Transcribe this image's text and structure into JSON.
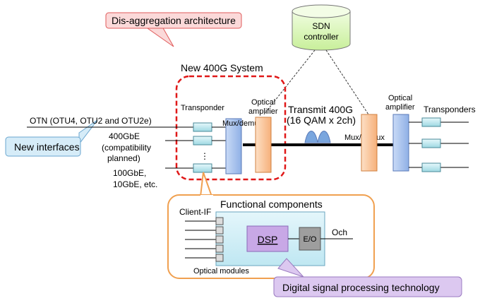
{
  "callouts": {
    "disaggregation": "Dis-aggregation architecture",
    "new_interfaces": "New interfaces",
    "dsp_technology": "Digital signal processing technology"
  },
  "sdn": {
    "line1": "SDN",
    "line2": "controller"
  },
  "system_title": "New 400G System",
  "labels": {
    "transponder": "Transponder",
    "optical_amp_1": "Optical",
    "optical_amp_2": "amplifier",
    "mux_demux": "Mux/demux",
    "transmit_1": "Transmit 400G",
    "transmit_2": "(16 QAM x 2ch)",
    "transponders": "Transponders",
    "otn": "OTN (OTU4, OTU2 and OTU2e)",
    "gbe400_1": "400GbE",
    "gbe400_2": "(compatibility",
    "gbe400_3": "planned)",
    "gbe100_1": "100GbE,",
    "gbe100_2": "10GbE, etc.",
    "ellipsis": "⋮"
  },
  "functional": {
    "title": "Functional components",
    "client_if": "Client-IF",
    "dsp": "DSP",
    "eo": "E/O",
    "och": "Och",
    "optical_modules": "Optical modules"
  },
  "colors": {
    "transponder_fill": "#bfe9ef",
    "mux_fill": "#a9c4ee",
    "amp_fill": "#f9c59a",
    "callout_red_fill": "#fbd9d9",
    "callout_red_stroke": "#e05a5a",
    "callout_blue_fill": "#d6ecf8",
    "callout_purple_fill": "#dcc8f0",
    "sdn_fill": "#d9f5b8",
    "dashed_red": "#e01818",
    "orange_outline": "#f0a050"
  }
}
